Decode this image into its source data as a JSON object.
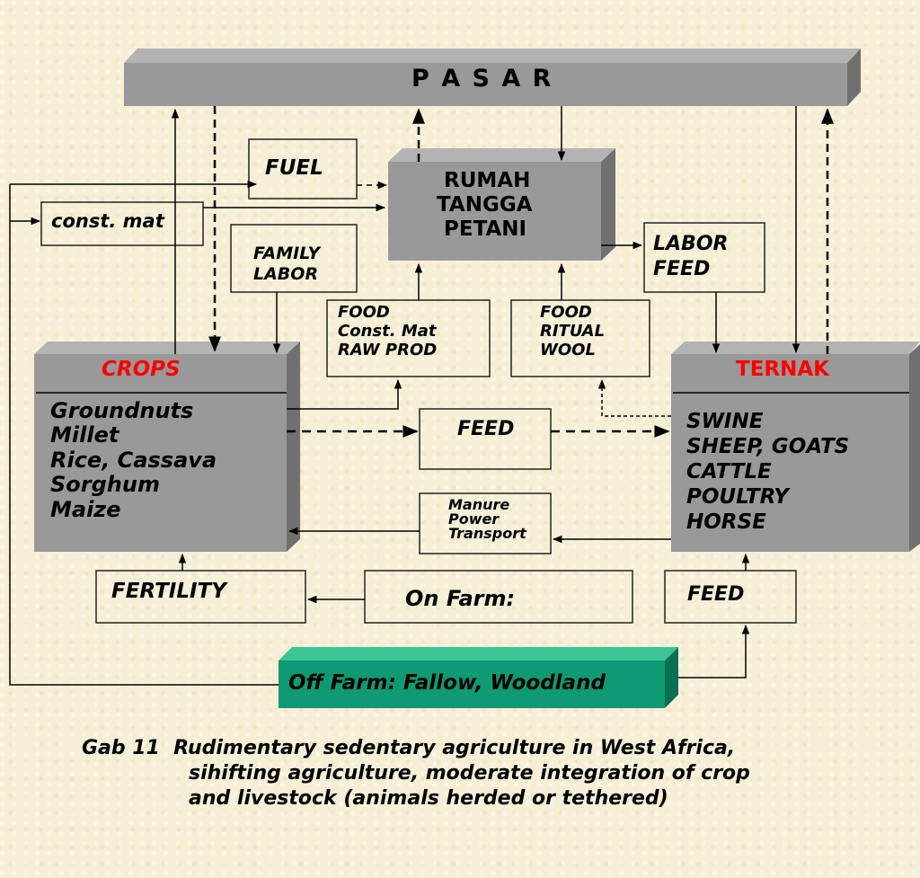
{
  "pasar": {
    "label": "P A S A R"
  },
  "household": {
    "line1": "RUMAH",
    "line2": "TANGGA",
    "line3": "PETANI"
  },
  "fuel": {
    "label": "FUEL"
  },
  "const_mat": {
    "label": "const. mat"
  },
  "family_labor": {
    "line1": "FAMILY",
    "line2": "LABOR"
  },
  "food_const": {
    "line1": "FOOD",
    "line2": "Const. Mat",
    "line3": "RAW PROD"
  },
  "food_ritual": {
    "line1": "FOOD",
    "line2": "RITUAL",
    "line3": "WOOL"
  },
  "labor_feed": {
    "line1": "LABOR",
    "line2": "FEED"
  },
  "crops": {
    "title": "CROPS",
    "items": [
      "Groundnuts",
      "Millet",
      "Rice, Cassava",
      "Sorghum",
      "Maize"
    ]
  },
  "ternak": {
    "title": "TERNAK",
    "items": [
      "SWINE",
      "SHEEP, GOATS",
      "CATTLE",
      "POULTRY",
      "HORSE"
    ]
  },
  "feed_middle": {
    "label": "FEED"
  },
  "manure": {
    "line1": "Manure",
    "line2": "Power",
    "line3": "Transport"
  },
  "fertility": {
    "label": "FERTILITY"
  },
  "on_farm": {
    "label": "On Farm:"
  },
  "feed_bottom": {
    "label": "FEED"
  },
  "off_farm": {
    "label": "Off Farm: Fallow, Woodland"
  },
  "caption": {
    "line1": "Gab 11  Rudimentary sedentary agriculture in West Africa,",
    "line2": "sihifting agriculture, moderate integration of crop",
    "line3": "and livestock (animals herded or tethered)"
  },
  "colors": {
    "box_gray": "#999999",
    "box_top": "#b3b3b3",
    "box_side": "#6e6e6e",
    "off_farm_green": "#0f9a73",
    "accent_red": "#ff0000"
  }
}
